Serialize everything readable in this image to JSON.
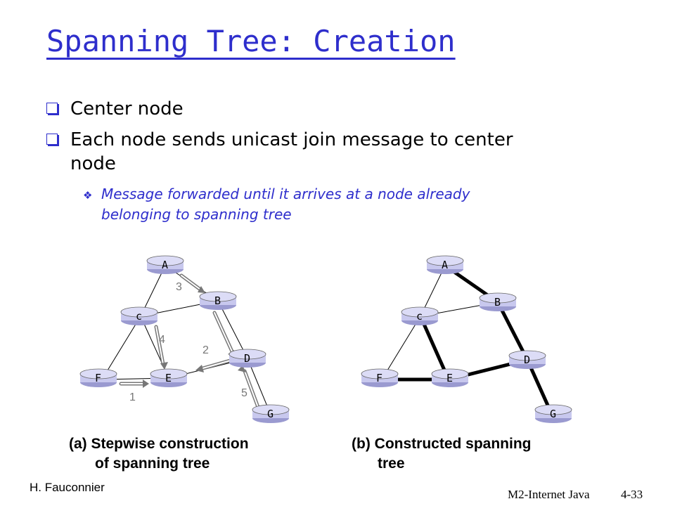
{
  "slide": {
    "title": "Spanning Tree: Creation",
    "bullets": [
      {
        "text": "Center node"
      },
      {
        "text": "Each node sends unicast join message to center",
        "cont": "node"
      }
    ],
    "sub_bullet": {
      "line1": "Message forwarded until it arrives at a node already",
      "line2": "belonging to spanning tree"
    }
  },
  "diagram_a": {
    "nodes": {
      "A": "A",
      "B": "B",
      "c": "c",
      "D": "D",
      "E": "E",
      "F": "F",
      "G": "G"
    },
    "step_labels": {
      "s1": "1",
      "s2": "2",
      "s3": "3",
      "s4": "4",
      "s5": "5"
    },
    "caption": {
      "line1": "(a) Stepwise construction",
      "line2": "of spanning tree"
    }
  },
  "diagram_b": {
    "nodes": {
      "A": "A",
      "B": "B",
      "c": "c",
      "D": "D",
      "E": "E",
      "F": "F",
      "G": "G"
    },
    "caption": {
      "line1": "(b) Constructed spanning",
      "line2": "tree"
    }
  },
  "footer": {
    "author": "H. Fauconnier",
    "course": "M2-Internet Java",
    "page": "4-33"
  },
  "colors": {
    "title": "#2e2ecc",
    "router_fill": "#c8c8ee",
    "tree_edge": "#000000"
  }
}
